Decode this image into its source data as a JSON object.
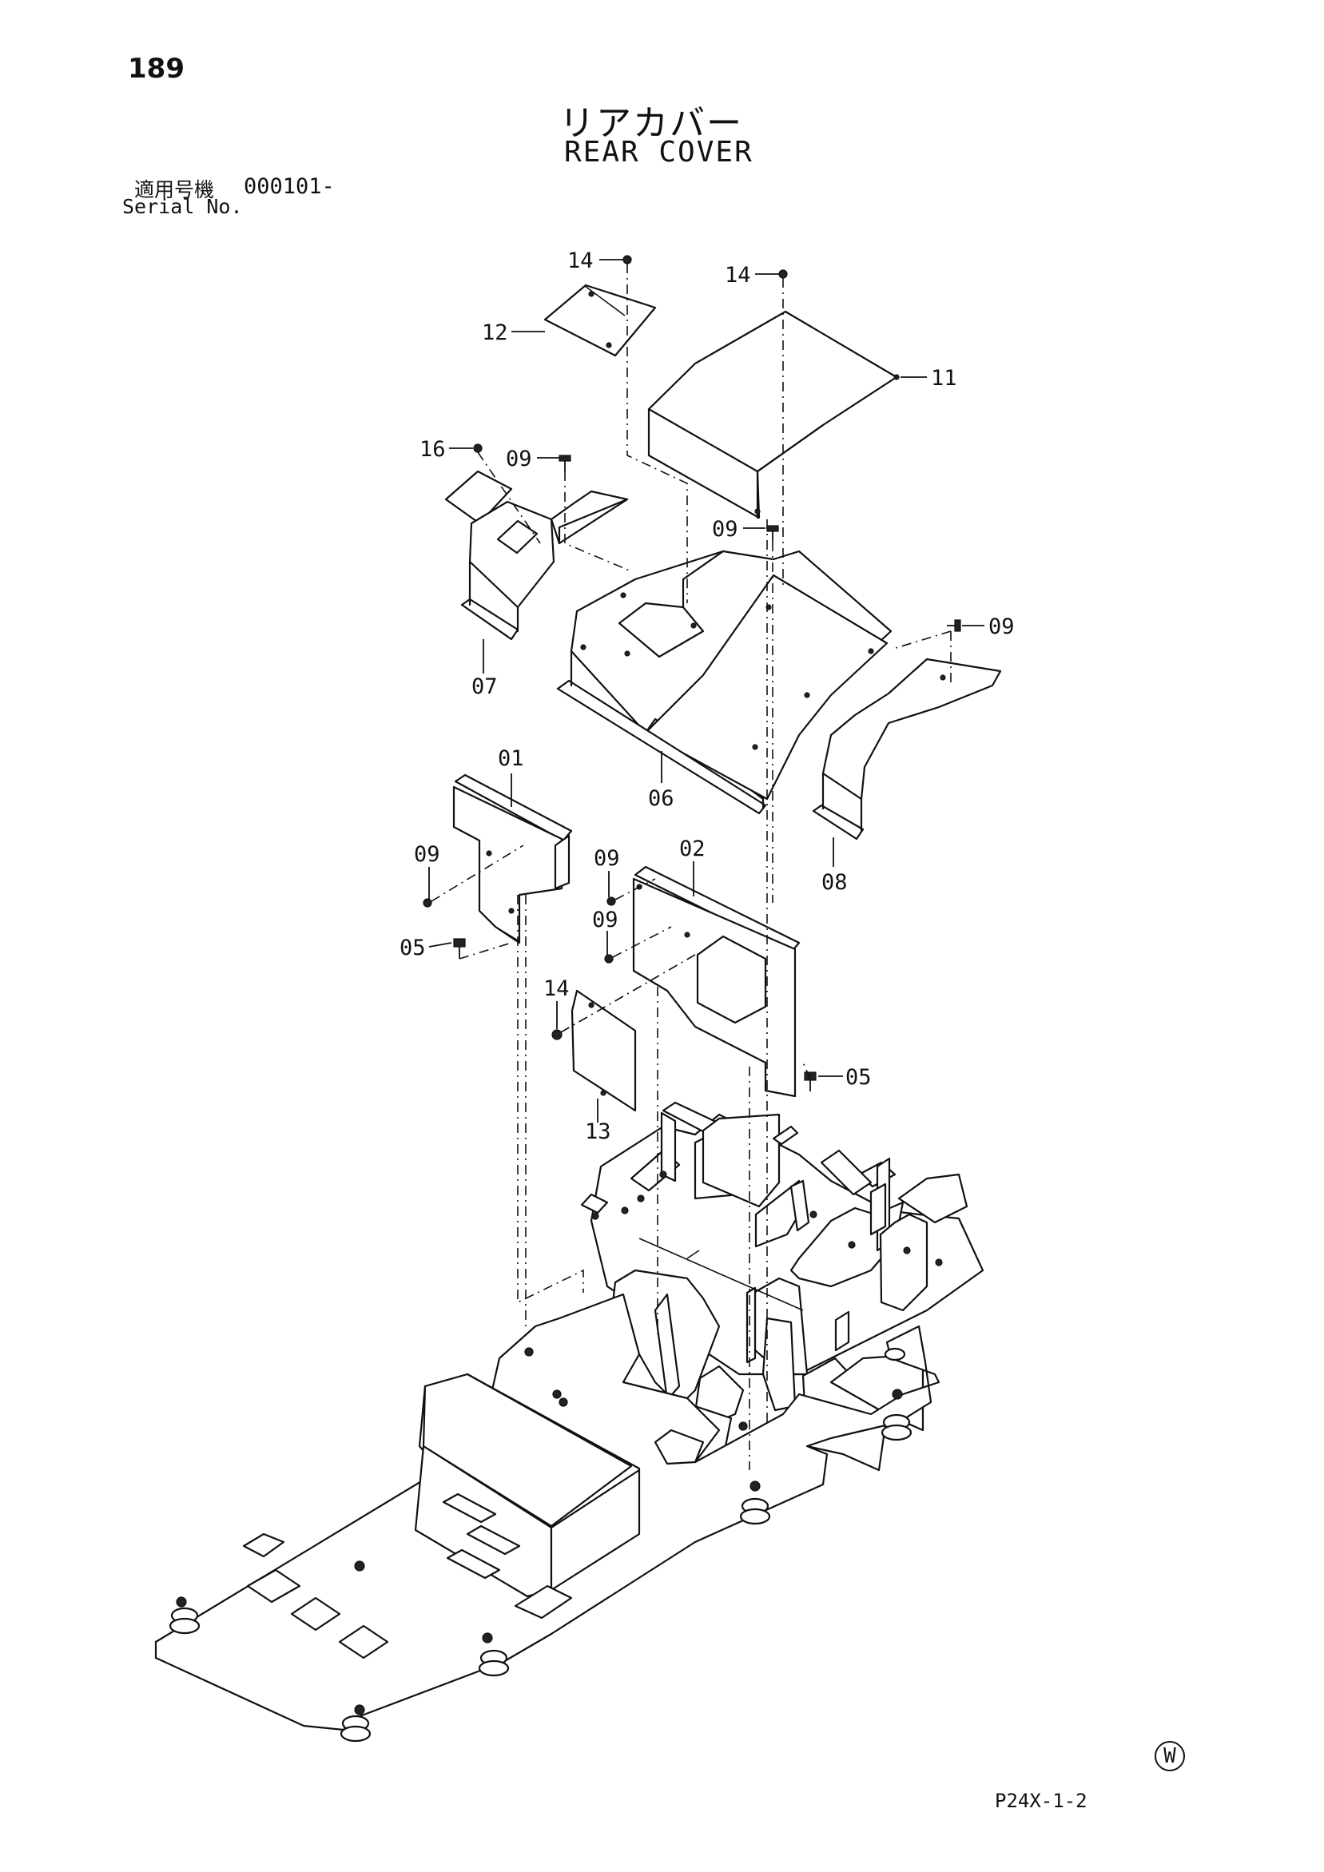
{
  "header": {
    "page_number": "189",
    "title_jp": "リアカバー",
    "title_en": "REAR COVER",
    "serial_label_jp": "適用号機",
    "serial_value": "000101-",
    "serial_label_en": "Serial No."
  },
  "callouts": [
    {
      "id": "c14a",
      "label": "14"
    },
    {
      "id": "c12",
      "label": "12"
    },
    {
      "id": "c14b",
      "label": "14"
    },
    {
      "id": "c11",
      "label": "11"
    },
    {
      "id": "c16",
      "label": "16"
    },
    {
      "id": "c09a",
      "label": "09"
    },
    {
      "id": "c09b",
      "label": "09"
    },
    {
      "id": "c09c",
      "label": "09"
    },
    {
      "id": "c07",
      "label": "07"
    },
    {
      "id": "c06",
      "label": "06"
    },
    {
      "id": "c08",
      "label": "08"
    },
    {
      "id": "c01",
      "label": "01"
    },
    {
      "id": "c09d",
      "label": "09"
    },
    {
      "id": "c05a",
      "label": "05"
    },
    {
      "id": "c09e",
      "label": "09"
    },
    {
      "id": "c02",
      "label": "02"
    },
    {
      "id": "c09f",
      "label": "09"
    },
    {
      "id": "c14c",
      "label": "14"
    },
    {
      "id": "c13",
      "label": "13"
    },
    {
      "id": "c05b",
      "label": "05"
    }
  ],
  "footer": {
    "watermark": "W",
    "figure_code": "P24X-1-2"
  }
}
